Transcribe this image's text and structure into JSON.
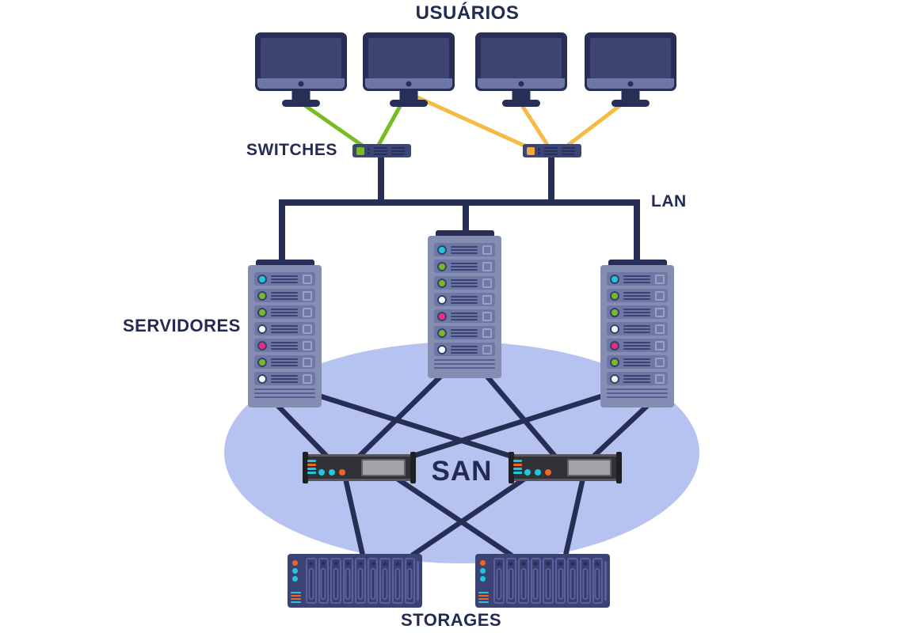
{
  "labels": {
    "users": "USUÁRIOS",
    "switches": "SWITCHES",
    "lan": "LAN",
    "servers": "SERVIDORES",
    "san": "SAN",
    "storages": "STORAGES"
  },
  "palette": {
    "background": "#ffffff",
    "text": "#232b52",
    "line": "#262e55",
    "ellipse": "#b6c3f1",
    "cable_green": "#77bd22",
    "cable_yellow": "#f7bb45",
    "led_cyan": "#22c7de",
    "led_green": "#77bb22",
    "led_white": "#ffffff",
    "led_pink": "#ee2d7a",
    "led_orange": "#f26522",
    "switch_led_green": "#77bd22",
    "switch_led_orange": "#f2a93b"
  },
  "devices": {
    "monitors": [
      {
        "id": "monitor-1"
      },
      {
        "id": "monitor-2"
      },
      {
        "id": "monitor-3"
      },
      {
        "id": "monitor-4"
      }
    ],
    "switches": [
      {
        "id": "switch-1",
        "led": "switch_led_green"
      },
      {
        "id": "switch-2",
        "led": "switch_led_orange"
      }
    ],
    "servers": [
      {
        "id": "server-1",
        "leds": [
          "led_cyan",
          "led_green",
          "led_green",
          "led_white",
          "led_pink",
          "led_green",
          "led_white"
        ]
      },
      {
        "id": "server-2",
        "leds": [
          "led_cyan",
          "led_green",
          "led_green",
          "led_white",
          "led_pink",
          "led_green",
          "led_white"
        ]
      },
      {
        "id": "server-3",
        "leds": [
          "led_cyan",
          "led_green",
          "led_green",
          "led_white",
          "led_pink",
          "led_green",
          "led_white"
        ]
      }
    ],
    "san_devices": [
      {
        "id": "san-1",
        "bar_leds": [
          "led_cyan",
          "led_orange",
          "led_cyan",
          "led_cyan"
        ],
        "dot_leds": [
          "led_cyan",
          "led_cyan",
          "led_orange"
        ]
      },
      {
        "id": "san-2",
        "bar_leds": [
          "led_cyan",
          "led_orange",
          "led_cyan",
          "led_cyan"
        ],
        "dot_leds": [
          "led_cyan",
          "led_cyan",
          "led_orange"
        ]
      }
    ],
    "storages": [
      {
        "id": "storage-1",
        "dot_leds": [
          "led_orange",
          "led_cyan",
          "led_cyan"
        ],
        "bar_leds": [
          "led_cyan",
          "led_orange",
          "led_orange",
          "led_cyan"
        ],
        "slot_count": 9
      },
      {
        "id": "storage-2",
        "dot_leds": [
          "led_orange",
          "led_cyan",
          "led_cyan"
        ],
        "bar_leds": [
          "led_cyan",
          "led_orange",
          "led_orange",
          "led_cyan"
        ],
        "slot_count": 9
      }
    ]
  },
  "connections": {
    "access_cables": [
      {
        "from": "monitor-1",
        "to": "switch-1",
        "color": "cable_green"
      },
      {
        "from": "monitor-2",
        "to": "switch-1",
        "color": "cable_green"
      },
      {
        "from": "monitor-2",
        "to": "switch-2",
        "color": "cable_yellow"
      },
      {
        "from": "monitor-3",
        "to": "switch-2",
        "color": "cable_yellow"
      },
      {
        "from": "monitor-4",
        "to": "switch-2",
        "color": "cable_yellow"
      }
    ],
    "lan_bus_members": [
      "switch-1",
      "switch-2",
      "server-1",
      "server-2",
      "server-3"
    ],
    "san_mesh": [
      {
        "from": "server-1",
        "to": "san-1"
      },
      {
        "from": "server-1",
        "to": "san-2"
      },
      {
        "from": "server-2",
        "to": "san-1"
      },
      {
        "from": "server-2",
        "to": "san-2"
      },
      {
        "from": "server-3",
        "to": "san-1"
      },
      {
        "from": "server-3",
        "to": "san-2"
      },
      {
        "from": "san-1",
        "to": "storage-1"
      },
      {
        "from": "san-1",
        "to": "storage-2"
      },
      {
        "from": "san-2",
        "to": "storage-1"
      },
      {
        "from": "san-2",
        "to": "storage-2"
      }
    ]
  }
}
